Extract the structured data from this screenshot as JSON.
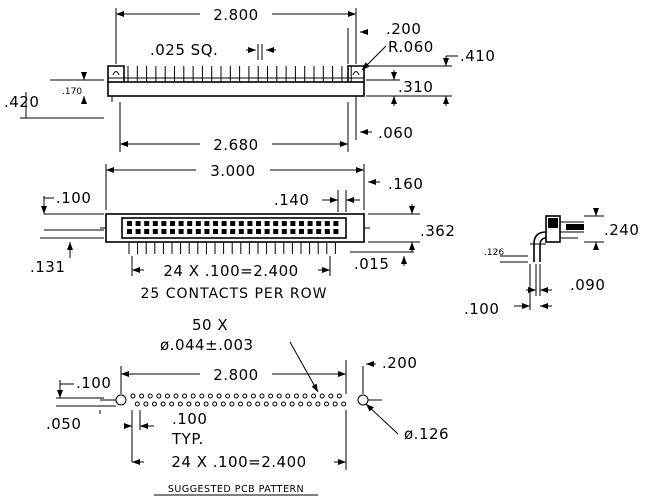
{
  "top_view": {
    "overall_width": "2.800",
    "pin_size": ".025 SQ.",
    "tab_offset": ".200",
    "radius": "R.060",
    "height_total": ".410",
    "height_body": ".310",
    "left_height": ".420",
    "left_small": ".170",
    "base_width": "2.680",
    "base_offset": ".060"
  },
  "front_view": {
    "overall_width": "3.000",
    "left_offset": ".100",
    "pitch_small": ".140",
    "right_offset": ".160",
    "body_height": ".362",
    "pin_offset": ".131",
    "tail_offset": ".015",
    "pitch_span": "24  X  .100=2.400",
    "contacts_note": "25  CONTACTS  PER  ROW"
  },
  "side_view": {
    "height": ".240",
    "small_dim": ".126",
    "row_spacing": ".090",
    "pin_offset": ".100"
  },
  "pcb_view": {
    "hole_count": "50  X",
    "hole_diameter": "ø.044±.003",
    "width": "2.800",
    "right_offset": ".200",
    "left_offset": ".100",
    "row_offset": ".050",
    "pitch": ".100",
    "pitch_note": "TYP.",
    "pitch_span": "24  X  .100=2.400",
    "mount_hole": "ø.126",
    "caption": "SUGGESTED  PCB  PATTERN"
  }
}
